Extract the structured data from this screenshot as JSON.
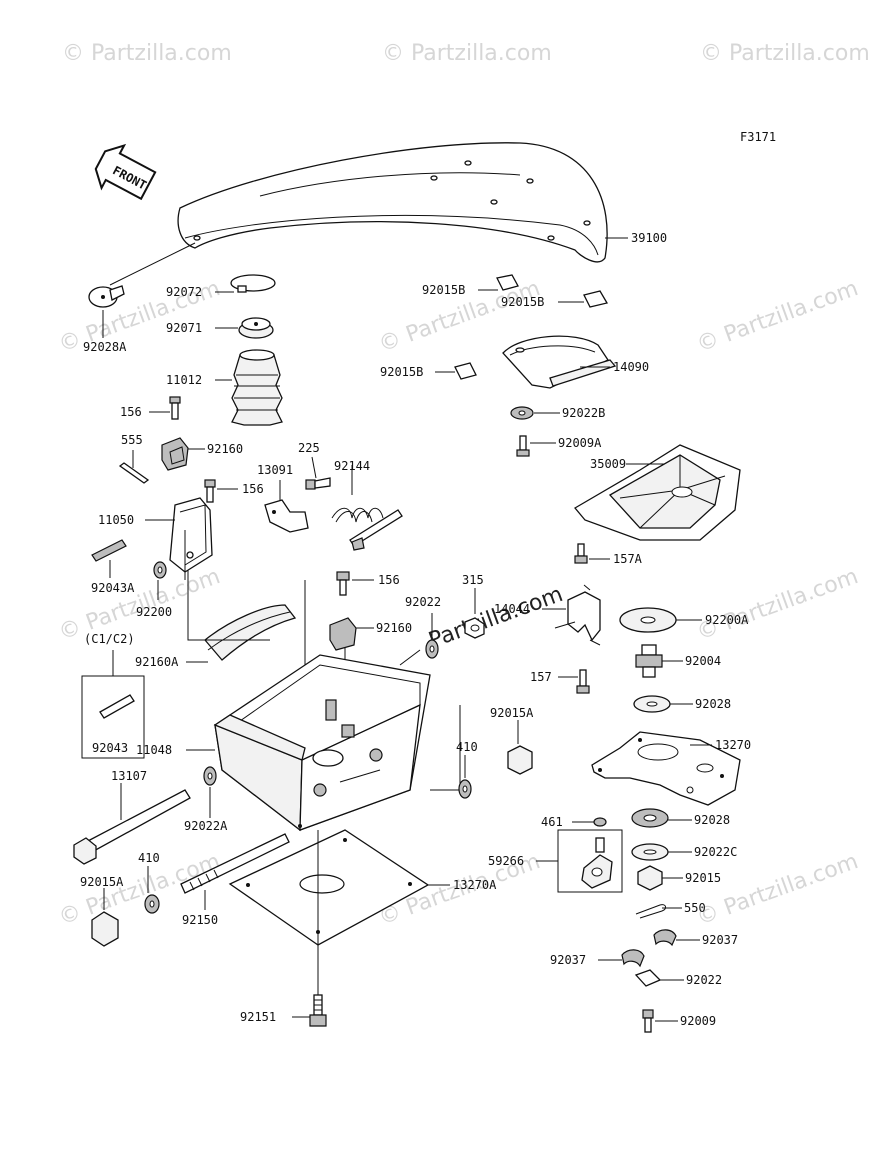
{
  "figure_code": "F3171",
  "front_arrow_label": "FRONT",
  "watermark": "© Partzilla.com",
  "watermark_center": "Partzilla.com",
  "group_label": "(C1/C2)",
  "labels": {
    "p39100": "39100",
    "p92028A": "92028A",
    "p92072": "92072",
    "p92071": "92071",
    "p11012": "11012",
    "p156a": "156",
    "p555": "555",
    "p92160": "92160",
    "p225": "225",
    "p92144": "92144",
    "p13091": "13091",
    "p156b": "156",
    "p11050": "11050",
    "p92043A": "92043A",
    "p92200": "92200",
    "p92160A": "92160A",
    "p92043": "92043",
    "p11048": "11048",
    "p13107": "13107",
    "p92022A": "92022A",
    "p410a": "410",
    "p92015Aa": "92015A",
    "p92150": "92150",
    "p92151": "92151",
    "p13270A": "13270A",
    "p156c": "156",
    "p315": "315",
    "p92022": "92022",
    "p92160b": "92160",
    "p410b": "410",
    "p92015Ab": "92015A",
    "p92015Ba": "92015B",
    "p92015Bb": "92015B",
    "p92015Bc": "92015B",
    "p14090": "14090",
    "p92022B": "92022B",
    "p92009A": "92009A",
    "p35009": "35009",
    "p157A": "157A",
    "p14044": "14044",
    "p92200A": "92200A",
    "p92004": "92004",
    "p157": "157",
    "p92028a": "92028",
    "p13270": "13270",
    "p461": "461",
    "p92028b": "92028",
    "p59266": "59266",
    "p92022C": "92022C",
    "p92015": "92015",
    "p550": "550",
    "p92037a": "92037",
    "p92037b": "92037",
    "p92022b": "92022",
    "p92009": "92009"
  },
  "colors": {
    "ink": "#111111",
    "watermark": "#d6d6d6",
    "fill_light": "#f2f2f2",
    "fill_dark": "#bdbdbd"
  }
}
